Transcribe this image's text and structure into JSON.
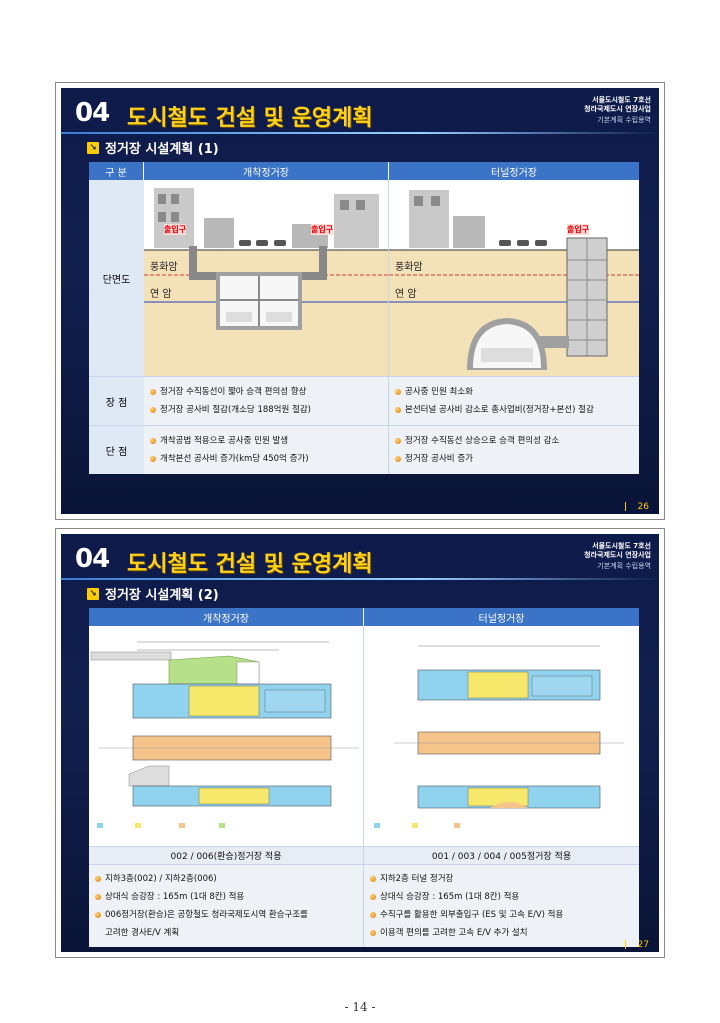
{
  "slide1": {
    "section_num": "04",
    "section_title": "도시철도 건설 및 운영계획",
    "project_line1": "서울도시철도 7호선",
    "project_line2": "청라국제도시 연장사업",
    "project_sub": "기본계획 수립용역",
    "subtitle": "정거장 시설계획 (1)",
    "table": {
      "col_headers": [
        "구 분",
        "개착정거장",
        "터널정거장"
      ],
      "row_label_section": "단면도",
      "row_label_adv": "장 점",
      "row_label_disadv": "단 점",
      "diagram_labels": {
        "entrance": "출입구",
        "weathered": "풍화암",
        "soft_rock": "연   암"
      },
      "adv_open": [
        "정거장 수직동선이 짧아 승객 편의성 향상",
        "정거장 공사비 절감(개소당 188억원 절감)"
      ],
      "adv_tunnel": [
        "공사중 민원 최소화",
        "본선터널 공사비 감소로 총사업비(정거장+본선) 절감"
      ],
      "disadv_open": [
        "개착공법 적용으로 공사중 민원 발생",
        "개착본선 공사비 증가(km당 450억 증가)"
      ],
      "disadv_tunnel": [
        "정거장 수직동선 상승으로 승객 편의성 감소",
        "정거장 공사비 증가"
      ]
    },
    "page": "26"
  },
  "slide2": {
    "section_num": "04",
    "section_title": "도시철도 건설 및 운영계획",
    "project_line1": "서울도시철도 7호선",
    "project_line2": "청라국제도시 연장사업",
    "project_sub": "기본계획 수립용역",
    "subtitle": "정거장 시설계획 (2)",
    "col_headers": [
      "개착정거장",
      "터널정거장"
    ],
    "captions": [
      "002 / 006(환승)정거장 적용",
      "001 / 003 / 004 / 005정거장 적용"
    ],
    "notes_left": [
      "지하3층(002) / 지하2층(006)",
      "상대식 승강장 : 165m (1대 8칸) 적용",
      "006정거장(환승)은 공항철도 청라국제도시역 환승구조를",
      "고려한 경사E/V 계획"
    ],
    "notes_right": [
      "지하2층 터널 정거장",
      "상대식 승강장 : 165m (1대 8칸) 적용",
      "수직구를 활용한 외부출입구 (ES 및 고속 E/V) 적용",
      "이용객 편의를 고려한 고속 E/V 추가 설치"
    ],
    "page": "27"
  },
  "footer": "- 14 -"
}
